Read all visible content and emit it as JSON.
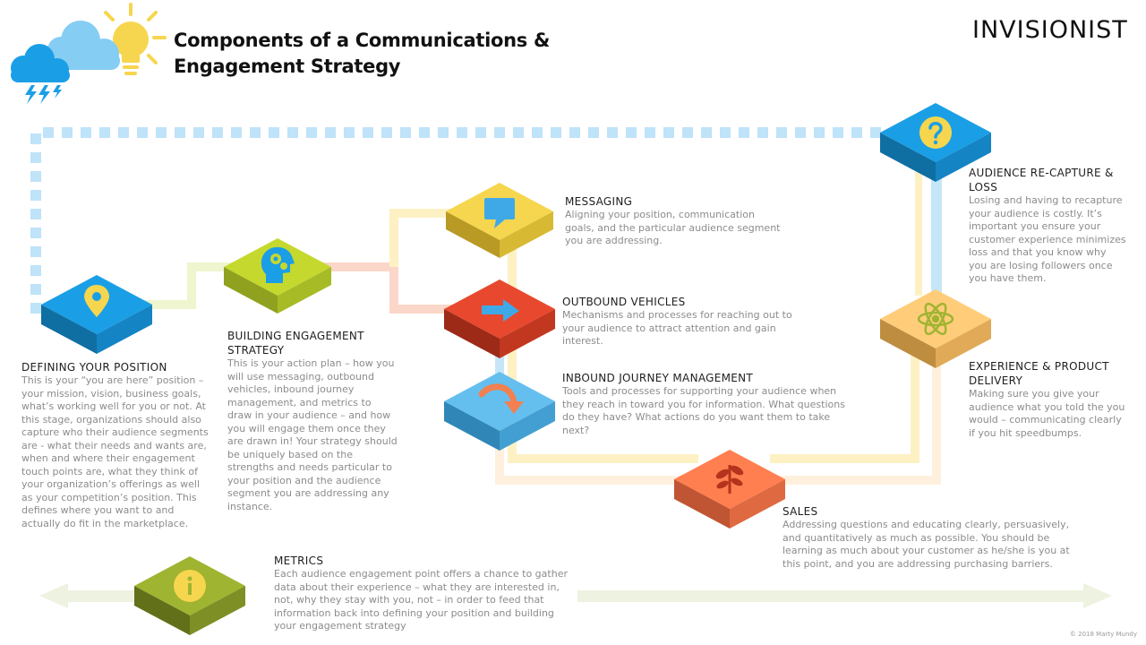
{
  "title": "Components of a Communications & Engagement Strategy",
  "logo": "INVISIONIST",
  "copyright": "© 2018 Marty Mundy",
  "colors": {
    "blue": "#1a9fe6",
    "green": "#b5cd2b",
    "yellow": "#f6d64e",
    "red": "#e8482d",
    "lightblue": "#64bfee",
    "orange": "#ff7f50",
    "peach": "#ffcd7a",
    "olive": "#9fb431"
  },
  "icons": {
    "defining": "map-pin-icon",
    "building": "head-gears-icon",
    "messaging": "speech-bubble-icon",
    "outbound": "arrow-right-icon",
    "inbound": "curved-arrow-icon",
    "sales": "sprout-icon",
    "experience": "atom-icon",
    "recapture": "question-mark-icon",
    "metrics": "info-icon"
  },
  "sections": {
    "defining": {
      "heading": "DEFINING YOUR POSITION",
      "body": "This is your “you are here” position – your mission, vision, business goals, what’s working well for you or not. At this stage, organizations should also capture who their audience segments are - what their needs and wants are, when and where their engagement touch points are, what they think of your organization’s offerings as well as your competition’s position. This defines where you want to and actually do fit in the marketplace."
    },
    "building": {
      "heading": "BUILDING ENGAGEMENT STRATEGY",
      "body": "This is your action plan – how you will use messaging, outbound vehicles, inbound journey management, and metrics to draw in your audience – and how you will engage them once they are drawn in! Your strategy should be uniquely based on the strengths and needs particular to your position and the audience segment you are addressing any instance."
    },
    "messaging": {
      "heading": "MESSAGING",
      "body": "Aligning your position, communication goals, and the particular audience segment you are addressing."
    },
    "outbound": {
      "heading": "OUTBOUND VEHICLES",
      "body": "Mechanisms and processes for reaching out to your audience to attract attention and gain interest."
    },
    "inbound": {
      "heading": "INBOUND JOURNEY MANAGEMENT",
      "body": "Tools and processes for supporting your audience when they reach in toward you for information. What questions do they have? What actions do you want them to take next?"
    },
    "sales": {
      "heading": "SALES",
      "body": "Addressing questions and educating clearly, persuasively, and quantitatively as much as possible. You should be learning as much about your customer as he/she is you at this point, and you are addressing purchasing barriers."
    },
    "recapture": {
      "heading": "AUDIENCE RE-CAPTURE & LOSS",
      "body": "Losing and having to recapture your audience is costly. It’s important you ensure your customer experience minimizes loss and that you know why you are losing followers once you have them."
    },
    "experience": {
      "heading": "EXPERIENCE & PRODUCT DELIVERY",
      "body": "Making sure you give your audience what you told the you would – communicating clearly if you hit speedbumps."
    },
    "metrics": {
      "heading": "METRICS",
      "body": "Each audience engagement point offers a chance to gather data about their experience – what they are interested in, not, why they stay with you, not – in order to feed that information back into defining your position and building your engagement strategy"
    }
  }
}
